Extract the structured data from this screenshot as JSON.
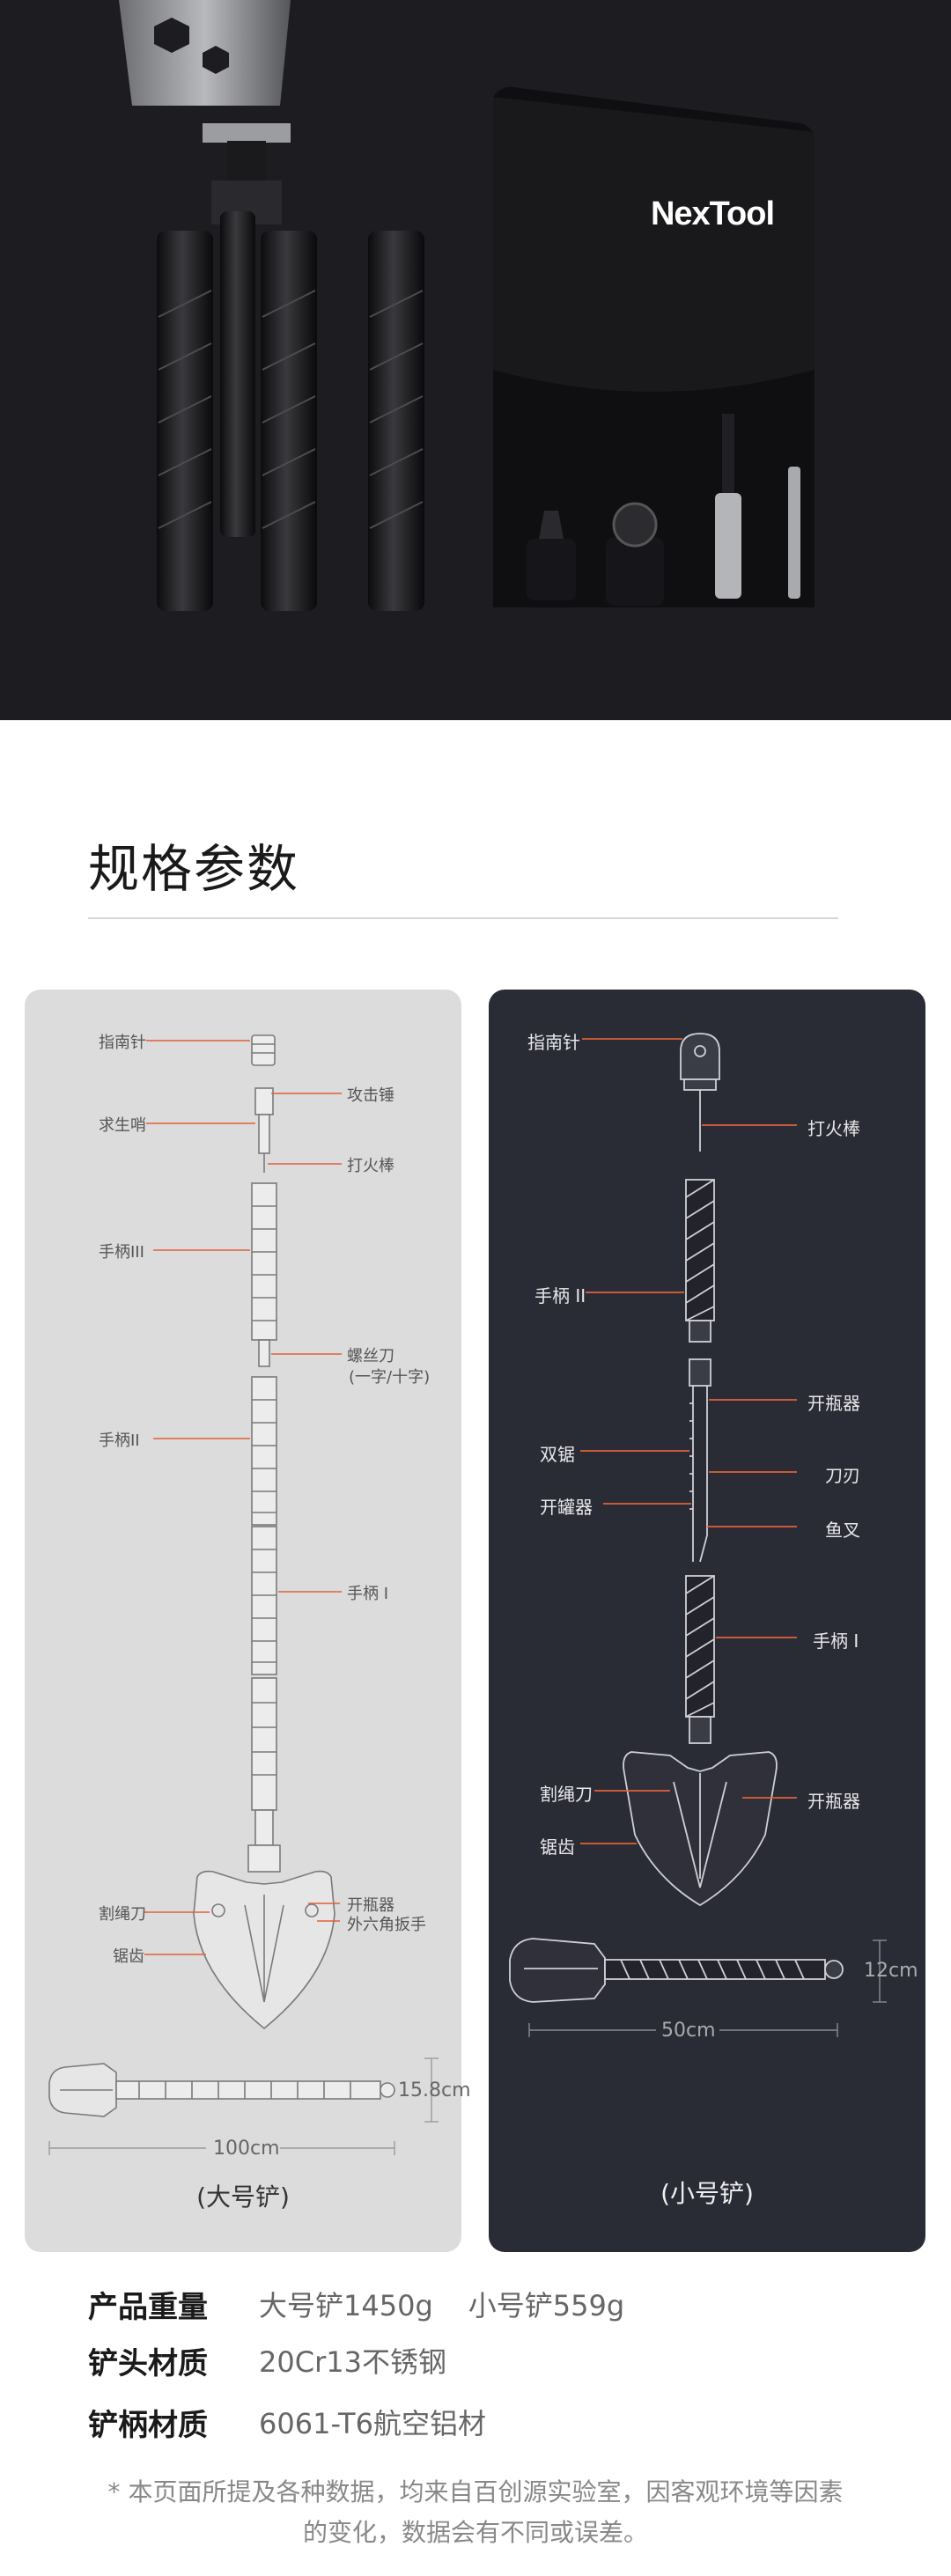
{
  "hero": {
    "brand_logo": "NexTool"
  },
  "specs_section": {
    "title": "规格参数"
  },
  "large_shovel": {
    "labels": {
      "compass": "指南针",
      "attack_hammer": "攻击锤",
      "whistle": "求生哨",
      "fire_starter": "打火棒",
      "handle3": "手柄III",
      "screwdriver": "螺丝刀",
      "screwdriver_note": "(一字/十字)",
      "handle2": "手柄II",
      "handle1": "手柄 I",
      "rope_cutter": "割绳刀",
      "bottle_opener": "开瓶器",
      "hex_wrench": "外六角扳手",
      "saw_teeth": "锯齿"
    },
    "dim_length": "100cm",
    "dim_width": "15.8cm",
    "caption": "(大号铲)"
  },
  "small_shovel": {
    "labels": {
      "compass": "指南针",
      "fire_starter": "打火棒",
      "handle2": "手柄 II",
      "bottle_opener_top": "开瓶器",
      "double_saw": "双锯",
      "blade": "刀刃",
      "can_opener": "开罐器",
      "fish_fork": "鱼叉",
      "handle1": "手柄 I",
      "rope_cutter": "割绳刀",
      "bottle_opener_head": "开瓶器",
      "saw_teeth": "锯齿"
    },
    "dim_length": "50cm",
    "dim_width": "12cm",
    "caption": "(小号铲)"
  },
  "spec_table": [
    {
      "label": "产品重量",
      "value_a": "大号铲1450g",
      "value_b": "小号铲559g"
    },
    {
      "label": "铲头材质",
      "value_a": "20Cr13不锈钢",
      "value_b": ""
    },
    {
      "label": "铲柄材质",
      "value_a": "6061-T6航空铝材",
      "value_b": ""
    }
  ],
  "footnote": {
    "line1": "* 本页面所提及各种数据，均来自百创源实验室，因客观环境等因素",
    "line2": "的变化，数据会有不同或误差。"
  },
  "colors": {
    "hero_bg": "#1d1c21",
    "accent_line": "#e0603a",
    "dark_card": "#2a2c35",
    "light_card": "#dcdcdc"
  }
}
